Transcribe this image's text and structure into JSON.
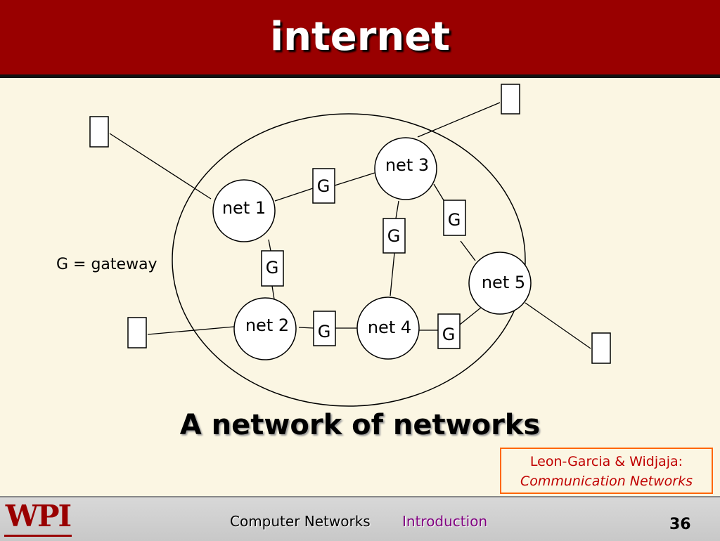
{
  "slide": {
    "title": "internet",
    "tagline": "A network of networks",
    "legend": "G = gateway"
  },
  "diagram": {
    "nets": [
      {
        "id": "net1",
        "label": "net 1"
      },
      {
        "id": "net2",
        "label": "net 2"
      },
      {
        "id": "net3",
        "label": "net 3"
      },
      {
        "id": "net4",
        "label": "net 4"
      },
      {
        "id": "net5",
        "label": "net 5"
      }
    ],
    "gateway_label": "G"
  },
  "citation": {
    "line1": "Leon-Garcia & Widjaja:",
    "line2": "Communication Networks"
  },
  "footer": {
    "logo": "WPI",
    "course": "Computer Networks",
    "topic": "Introduction",
    "page": "36"
  },
  "colors": {
    "title_bar": "#990000",
    "citation_border": "#ff6600",
    "citation_text": "#c00000",
    "topic_text": "#800080"
  }
}
